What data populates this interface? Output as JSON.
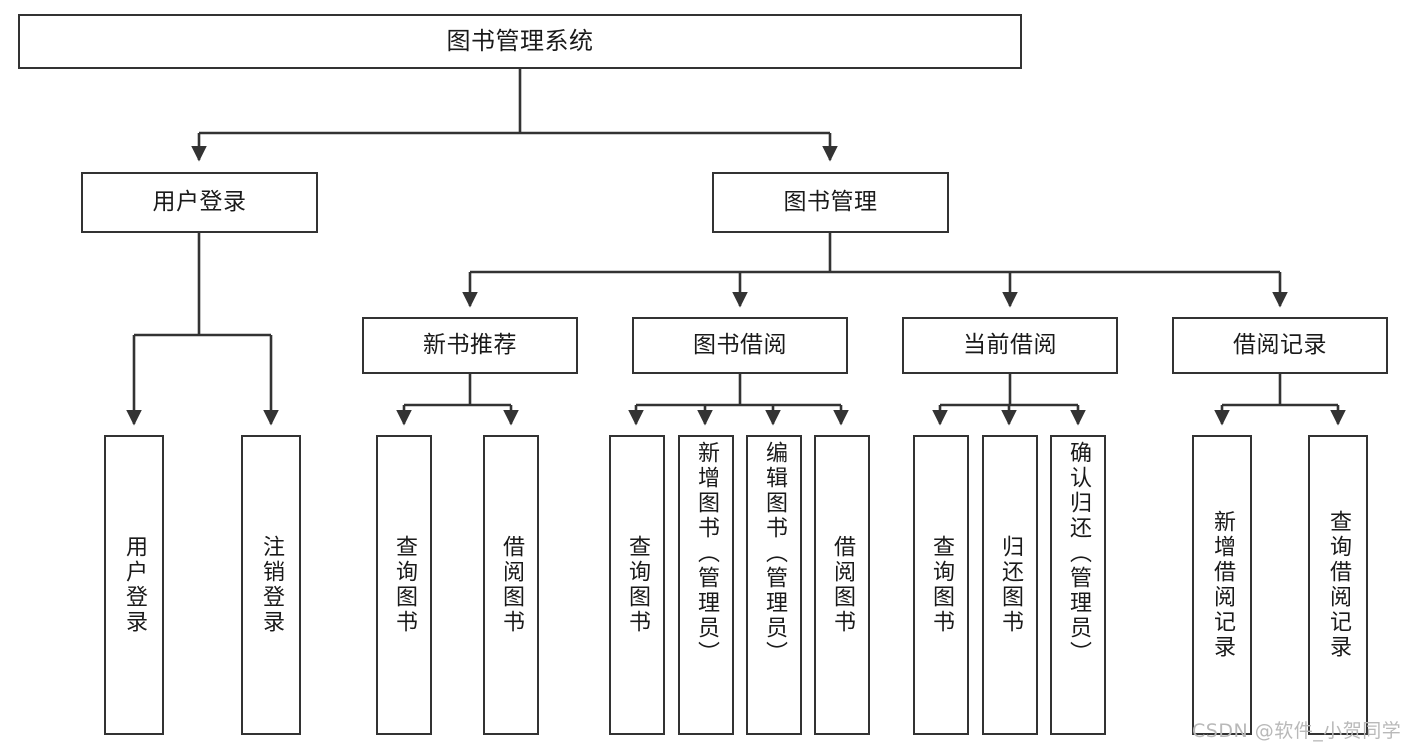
{
  "diagram": {
    "title": "图书管理系统",
    "type": "hierarchy-tree",
    "colors": {
      "stroke": "#333333",
      "fill": "#ffffff",
      "text": "#1a1a1a",
      "watermark": "#b9b9b9"
    },
    "nodes": {
      "root": {
        "label": "图书管理系统"
      },
      "level2": [
        {
          "label": "用户登录"
        },
        {
          "label": "图书管理"
        }
      ],
      "level3": [
        {
          "label": "新书推荐"
        },
        {
          "label": "图书借阅"
        },
        {
          "label": "当前借阅"
        },
        {
          "label": "借阅记录"
        }
      ],
      "leaves": [
        {
          "label": "用户登录"
        },
        {
          "label": "注销登录"
        },
        {
          "label": "查询图书"
        },
        {
          "label": "借阅图书"
        },
        {
          "label": "查询图书"
        },
        {
          "label": "新增图书（管理员）"
        },
        {
          "label": "编辑图书（管理员）"
        },
        {
          "label": "借阅图书"
        },
        {
          "label": "查询图书"
        },
        {
          "label": "归还图书"
        },
        {
          "label": "确认归还（管理员）"
        },
        {
          "label": "新增借阅记录"
        },
        {
          "label": "查询借阅记录"
        }
      ]
    }
  },
  "watermark": {
    "text": "CSDN @软件_小贺同学"
  }
}
